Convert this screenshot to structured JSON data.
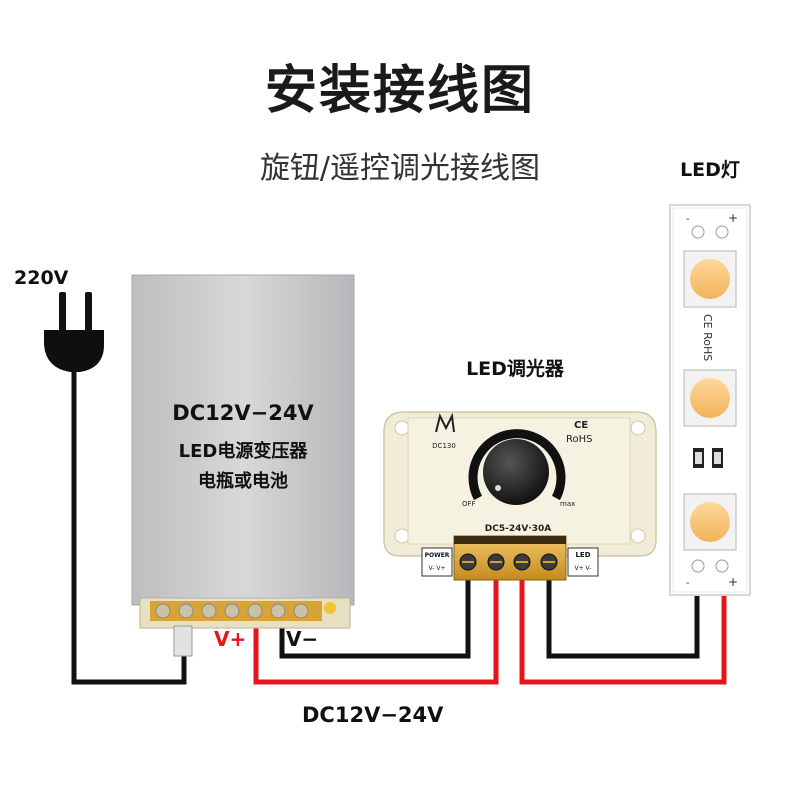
{
  "title": "安装接线图",
  "subtitle": "旋钮/遥控调光接线图",
  "labels": {
    "ac_input": "220V",
    "led_strip": "LED灯",
    "dimmer_name": "LED调光器",
    "psu_line1": "DC12V−24V",
    "psu_line2": "LED电源变压器",
    "psu_line3": "电瓶或电池",
    "v_plus": "V+",
    "v_minus": "V−",
    "bottom_voltage": "DC12V−24V"
  },
  "dimmer": {
    "model": "DC130",
    "ce": "CE",
    "rohs": "RoHS",
    "off": "OFF",
    "max": "max",
    "rating": "DC5-24V·30A",
    "power_label": "POWER",
    "led_label": "LED",
    "power_terms": "V- V+",
    "led_terms": "V+ V-"
  },
  "strip": {
    "mark_minus": "-",
    "mark_plus": "+",
    "cert": "CE RoHS"
  },
  "colors": {
    "red_wire": "#e8141b",
    "black_wire": "#111111",
    "psu_body": "#c9c9cb",
    "dimmer_body": "#f1ecd7"
  }
}
